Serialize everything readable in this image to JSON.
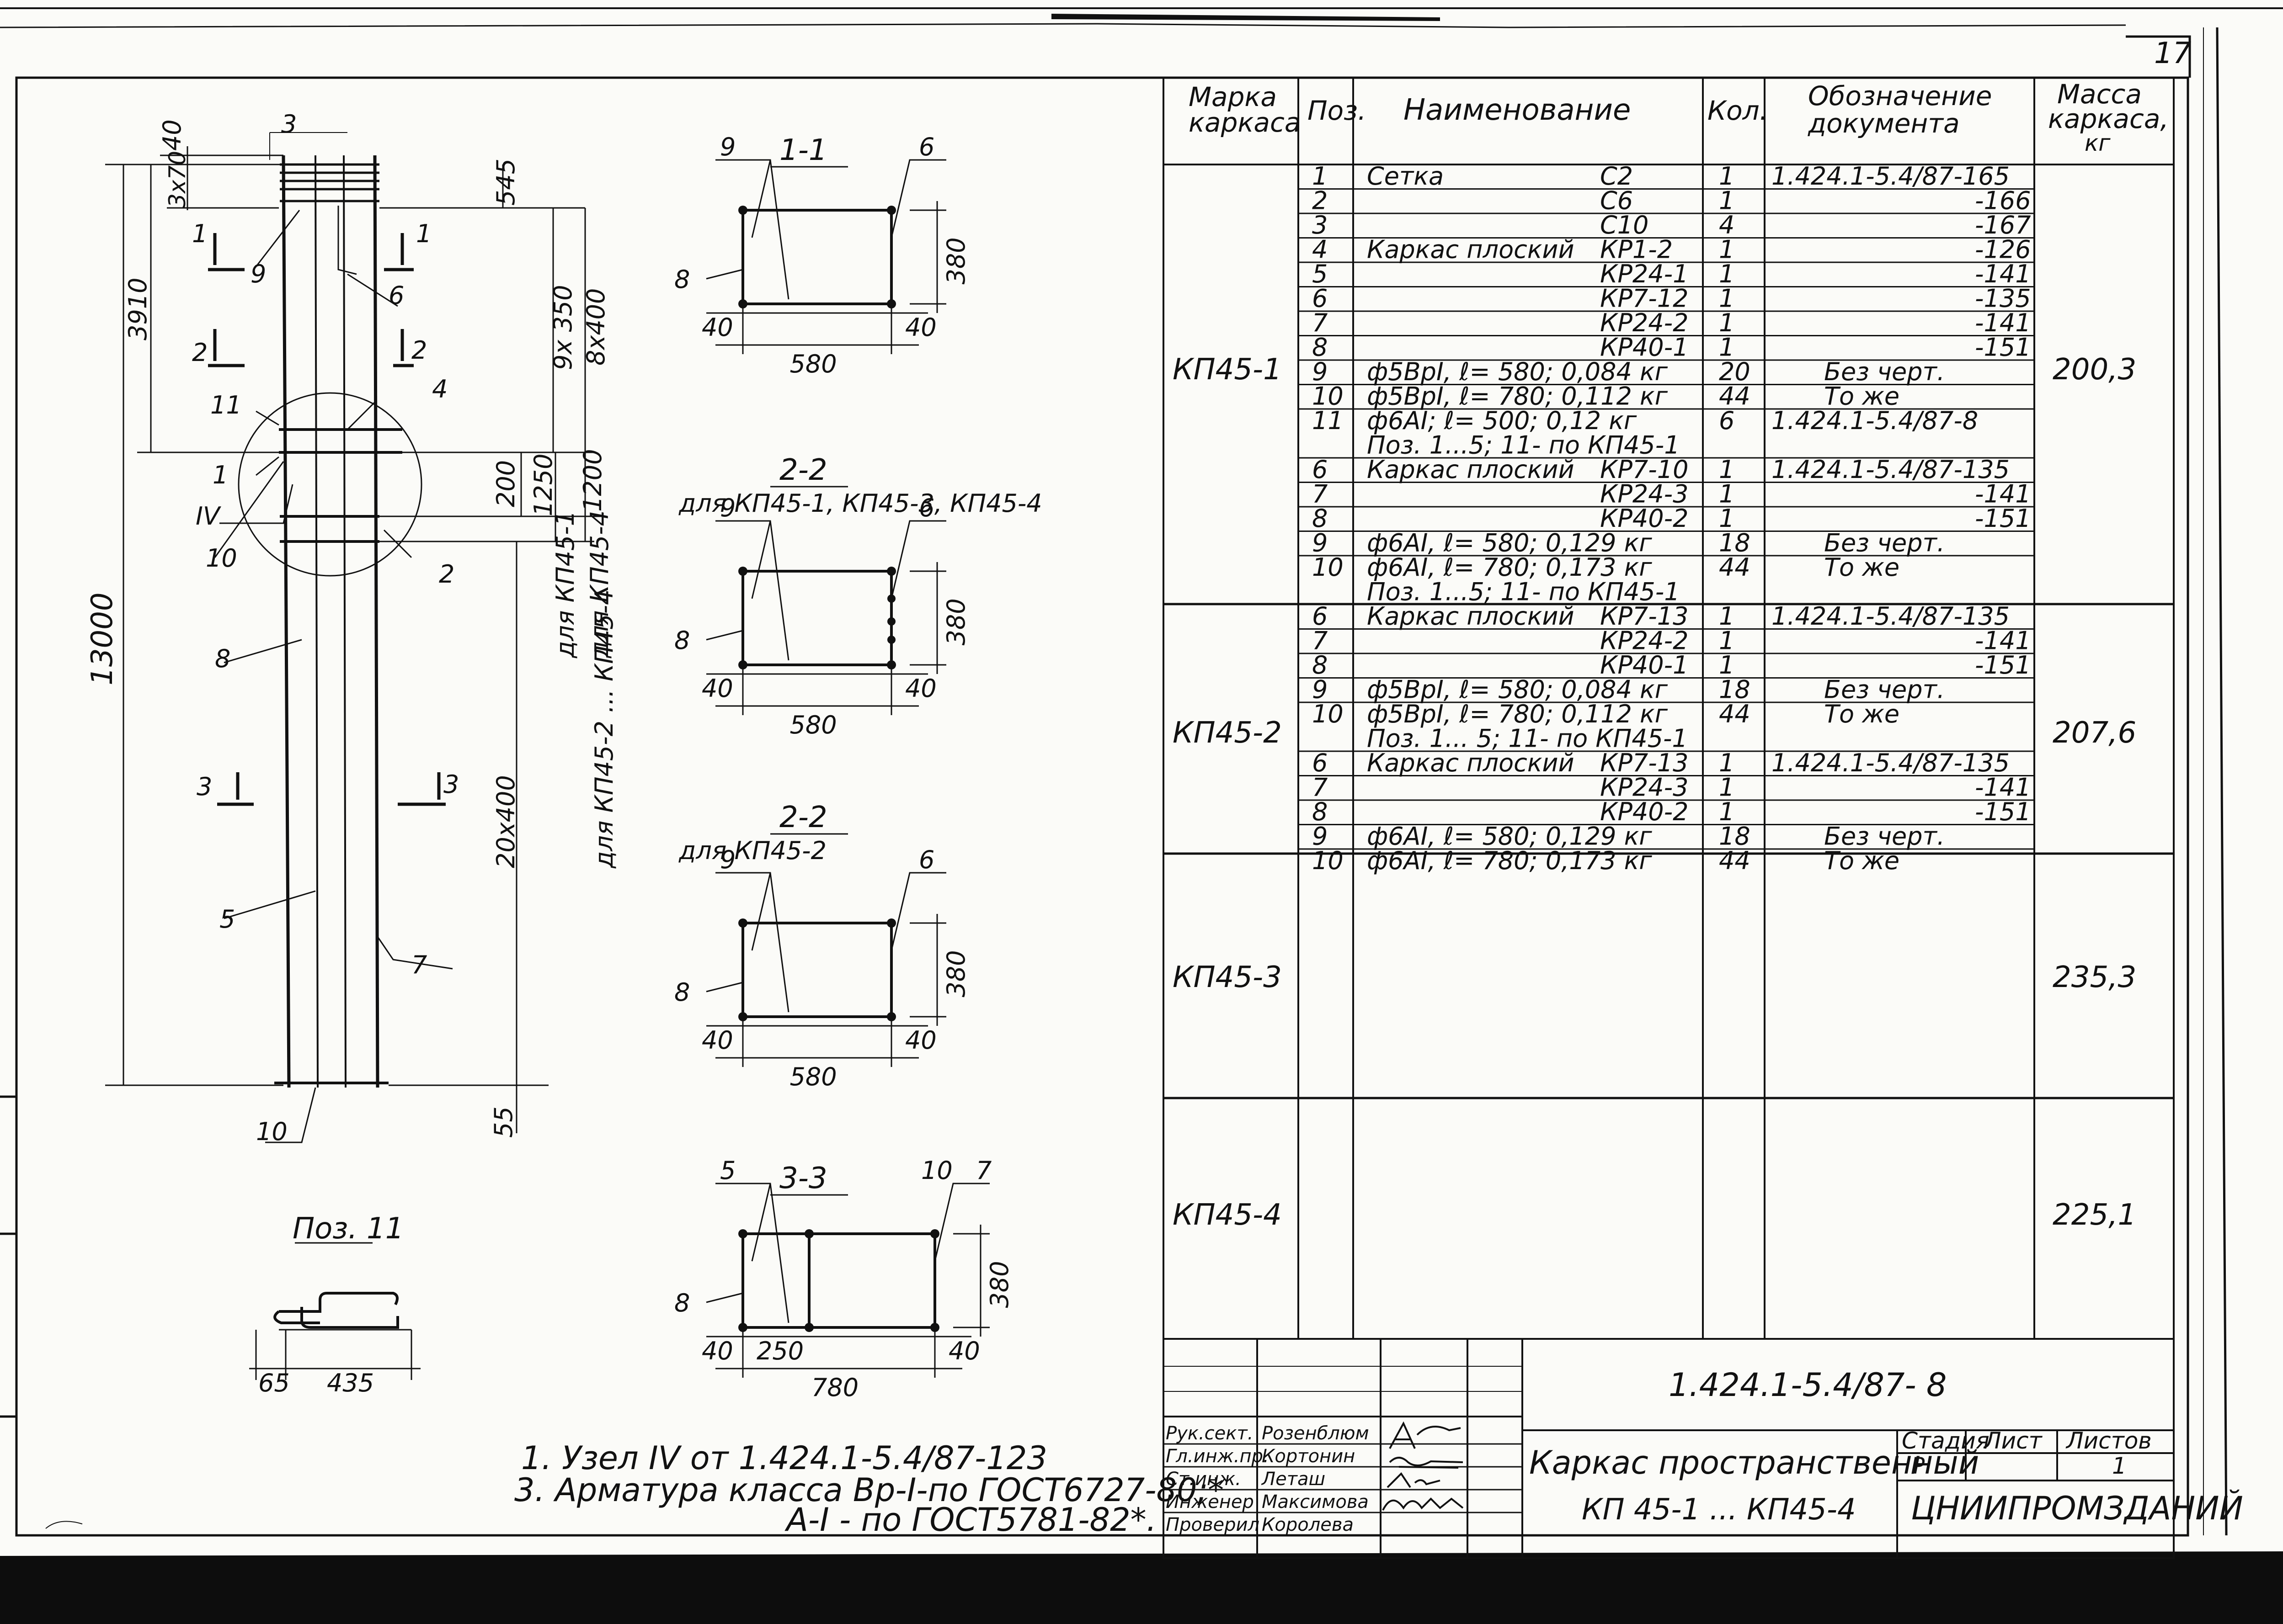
{
  "sheet": {
    "number": "17"
  },
  "table": {
    "headers": [
      {
        "l1": "Марка",
        "l2": "каркаса"
      },
      {
        "l1": "Поз."
      },
      {
        "l1": "Наименование"
      },
      {
        "l1": "Кол."
      },
      {
        "l1": "Обозначение",
        "l2": "документа"
      },
      {
        "l1": "Масса",
        "l2": "каркаса,",
        "l3": "кг"
      }
    ],
    "groups": [
      {
        "mark": "КП45-1",
        "mass": "200,3"
      },
      {
        "mark": "КП45-2",
        "mass": "207,6"
      },
      {
        "mark": "КП45-3",
        "mass": "235,3"
      },
      {
        "mark": "КП45-4",
        "mass": "225,1"
      }
    ],
    "rows": [
      {
        "pos": "1",
        "name": "Сетка",
        "code": "С2",
        "qty": "1",
        "doc": "1.424.1-5.4/87-165"
      },
      {
        "pos": "2",
        "name": "",
        "code": "С6",
        "qty": "1",
        "doc": "-166"
      },
      {
        "pos": "3",
        "name": "",
        "code": "С10",
        "qty": "4",
        "doc": "-167"
      },
      {
        "pos": "4",
        "name": "Каркас плоский",
        "code": "КР1-2",
        "qty": "1",
        "doc": "-126"
      },
      {
        "pos": "5",
        "name": "",
        "code": "КР24-1",
        "qty": "1",
        "doc": "-141"
      },
      {
        "pos": "6",
        "name": "",
        "code": "КР7-12",
        "qty": "1",
        "doc": "-135"
      },
      {
        "pos": "7",
        "name": "",
        "code": "КР24-2",
        "qty": "1",
        "doc": "-141"
      },
      {
        "pos": "8",
        "name": "",
        "code": "КР40-1",
        "qty": "1",
        "doc": "-151"
      },
      {
        "pos": "9",
        "name": "ф5ВрI, ℓ= 580; 0,084 кг",
        "code": "",
        "qty": "20",
        "doc": "Без черт."
      },
      {
        "pos": "10",
        "name": "ф5ВрI, ℓ= 780; 0,112 кг",
        "code": "",
        "qty": "44",
        "doc": "То же"
      },
      {
        "pos": "11",
        "name": "ф6АI; ℓ= 500; 0,12 кг",
        "code": "",
        "qty": "6",
        "doc": "1.424.1-5.4/87-8"
      },
      {
        "pos": "",
        "name": "Поз. 1...5; 11- по КП45-1",
        "code": "",
        "qty": "",
        "doc": ""
      },
      {
        "pos": "6",
        "name": "Каркас плоский",
        "code": "КР7-10",
        "qty": "1",
        "doc": "1.424.1-5.4/87-135"
      },
      {
        "pos": "7",
        "name": "",
        "code": "КР24-3",
        "qty": "1",
        "doc": "-141"
      },
      {
        "pos": "8",
        "name": "",
        "code": "КР40-2",
        "qty": "1",
        "doc": "-151"
      },
      {
        "pos": "9",
        "name": "ф6АI, ℓ= 580; 0,129 кг",
        "code": "",
        "qty": "18",
        "doc": "Без черт."
      },
      {
        "pos": "10",
        "name": "ф6АI, ℓ= 780; 0,173 кг",
        "code": "",
        "qty": "44",
        "doc": "То же"
      },
      {
        "pos": "",
        "name": "Поз. 1...5; 11- по КП45-1",
        "code": "",
        "qty": "",
        "doc": ""
      },
      {
        "pos": "6",
        "name": "Каркас плоский",
        "code": "КР7-13",
        "qty": "1",
        "doc": "1.424.1-5.4/87-135"
      },
      {
        "pos": "7",
        "name": "",
        "code": "КР24-2",
        "qty": "1",
        "doc": "-141"
      },
      {
        "pos": "8",
        "name": "",
        "code": "КР40-1",
        "qty": "1",
        "doc": "-151"
      },
      {
        "pos": "9",
        "name": "ф5ВрI, ℓ= 580; 0,084 кг",
        "code": "",
        "qty": "18",
        "doc": "Без черт."
      },
      {
        "pos": "10",
        "name": "ф5ВрI, ℓ= 780; 0,112 кг",
        "code": "",
        "qty": "44",
        "doc": "То же"
      },
      {
        "pos": "",
        "name": "Поз. 1... 5; 11- по КП45-1",
        "code": "",
        "qty": "",
        "doc": ""
      },
      {
        "pos": "6",
        "name": "Каркас плоский",
        "code": "КР7-13",
        "qty": "1",
        "doc": "1.424.1-5.4/87-135"
      },
      {
        "pos": "7",
        "name": "",
        "code": "КР24-3",
        "qty": "1",
        "doc": "-141"
      },
      {
        "pos": "8",
        "name": "",
        "code": "КР40-2",
        "qty": "1",
        "doc": "-151"
      },
      {
        "pos": "9",
        "name": "ф6АI, ℓ= 580; 0,129 кг",
        "code": "",
        "qty": "18",
        "doc": "Без черт."
      },
      {
        "pos": "10",
        "name": "ф6АI, ℓ= 780; 0,173 кг",
        "code": "",
        "qty": "44",
        "doc": "То же"
      }
    ]
  },
  "title_block": {
    "code": "1.424.1-5.4/87- 8",
    "title_line1": "Каркас пространственный",
    "title_line2": "КП 45-1 ... КП45-4",
    "stage_label": "Стадия",
    "sheet_label": "Лист",
    "sheets_label": "Листов",
    "stage": "Р",
    "sheets": "1",
    "organization": "ЦНИИПРОМЗДАНИЙ",
    "signatures": [
      {
        "role": "Рук.сект.",
        "name": "Розенблюм"
      },
      {
        "role": "Гл.инж.пр.",
        "name": "Кортонин"
      },
      {
        "role": "Ст.инж.",
        "name": "Леташ"
      },
      {
        "role": "Инженер",
        "name": "Максимова"
      },
      {
        "role": "Проверил",
        "name": "Королева"
      }
    ]
  },
  "elevation": {
    "labels": [
      "3",
      "9",
      "6",
      "11",
      "4",
      "1",
      "IV",
      "10",
      "2",
      "8",
      "5",
      "7",
      "10",
      "1",
      "1",
      "2",
      "2",
      "3",
      "3"
    ],
    "dims": [
      "40",
      "3x70",
      "3910",
      "545",
      "9x 350",
      "8x400",
      "200",
      "1250",
      "1200",
      "для КП45-1",
      "для КП45-4",
      "для КП45-2 ... КП45-4",
      "20x400",
      "13000",
      "55"
    ]
  },
  "sections": [
    {
      "title": "1-1",
      "subtitle": "",
      "l1": "9",
      "l2": "6",
      "l3": "8",
      "w": "580",
      "h": "380",
      "a": "40",
      "b": "40"
    },
    {
      "title": "2-2",
      "subtitle": "для КП45-1, КП45-3, КП45-4",
      "l1": "9",
      "l2": "6",
      "l3": "8",
      "w": "580",
      "h": "380",
      "a": "40",
      "b": "40"
    },
    {
      "title": "2-2",
      "subtitle": "для КП45-2",
      "l1": "9",
      "l2": "6",
      "l3": "8",
      "w": "580",
      "h": "380",
      "a": "40",
      "b": "40"
    },
    {
      "title": "3-3",
      "subtitle": "",
      "l1": "5",
      "l2": "10",
      "l3": "8",
      "l4": "7",
      "w": "780",
      "h": "380",
      "a": "40",
      "b": "40",
      "mid": "250"
    }
  ],
  "pos11": {
    "title": "Поз. 11",
    "dim_a": "65",
    "dim_b": "435"
  },
  "notes": [
    "1. Узел IV от  1.424.1-5.4/87-123",
    "3. Арматура класса Вр-I-по ГОСТ6727-80;*",
    "А-I - по ГОСТ5781-82*."
  ]
}
